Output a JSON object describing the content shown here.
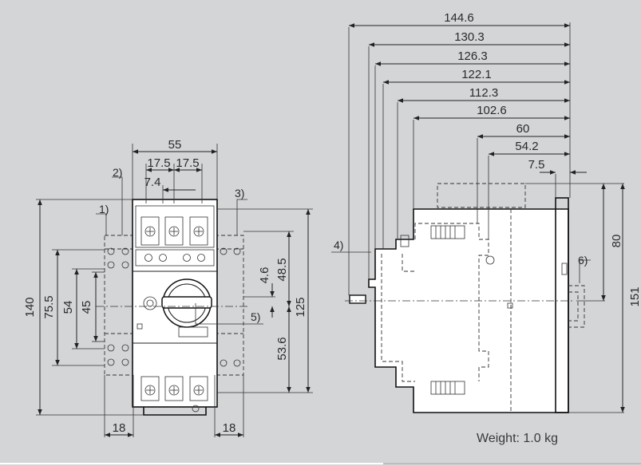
{
  "front_view": {
    "width_total": "55",
    "pole_spacing_left": "17.5",
    "pole_spacing_right": "17.5",
    "offset_small": "7.4",
    "height_total": "140",
    "height_75": "75.5",
    "height_54": "54",
    "height_45": "45",
    "height_4_6": "4.6",
    "height_48_5": "48.5",
    "height_125": "125",
    "height_53_6": "53.6",
    "accessory_left_width": "18",
    "accessory_right_width": "18",
    "callout_1": "1)",
    "callout_2": "2)",
    "callout_3": "3)",
    "callout_5": "5)"
  },
  "side_view": {
    "depths": [
      "144.6",
      "130.3",
      "126.3",
      "122.1",
      "112.3",
      "102.6",
      "60",
      "54.2",
      "7.5"
    ],
    "height_80": "80",
    "height_151": "151",
    "callout_4": "4)",
    "callout_6": "6)"
  },
  "weight_label": "Weight: 1.0 kg"
}
